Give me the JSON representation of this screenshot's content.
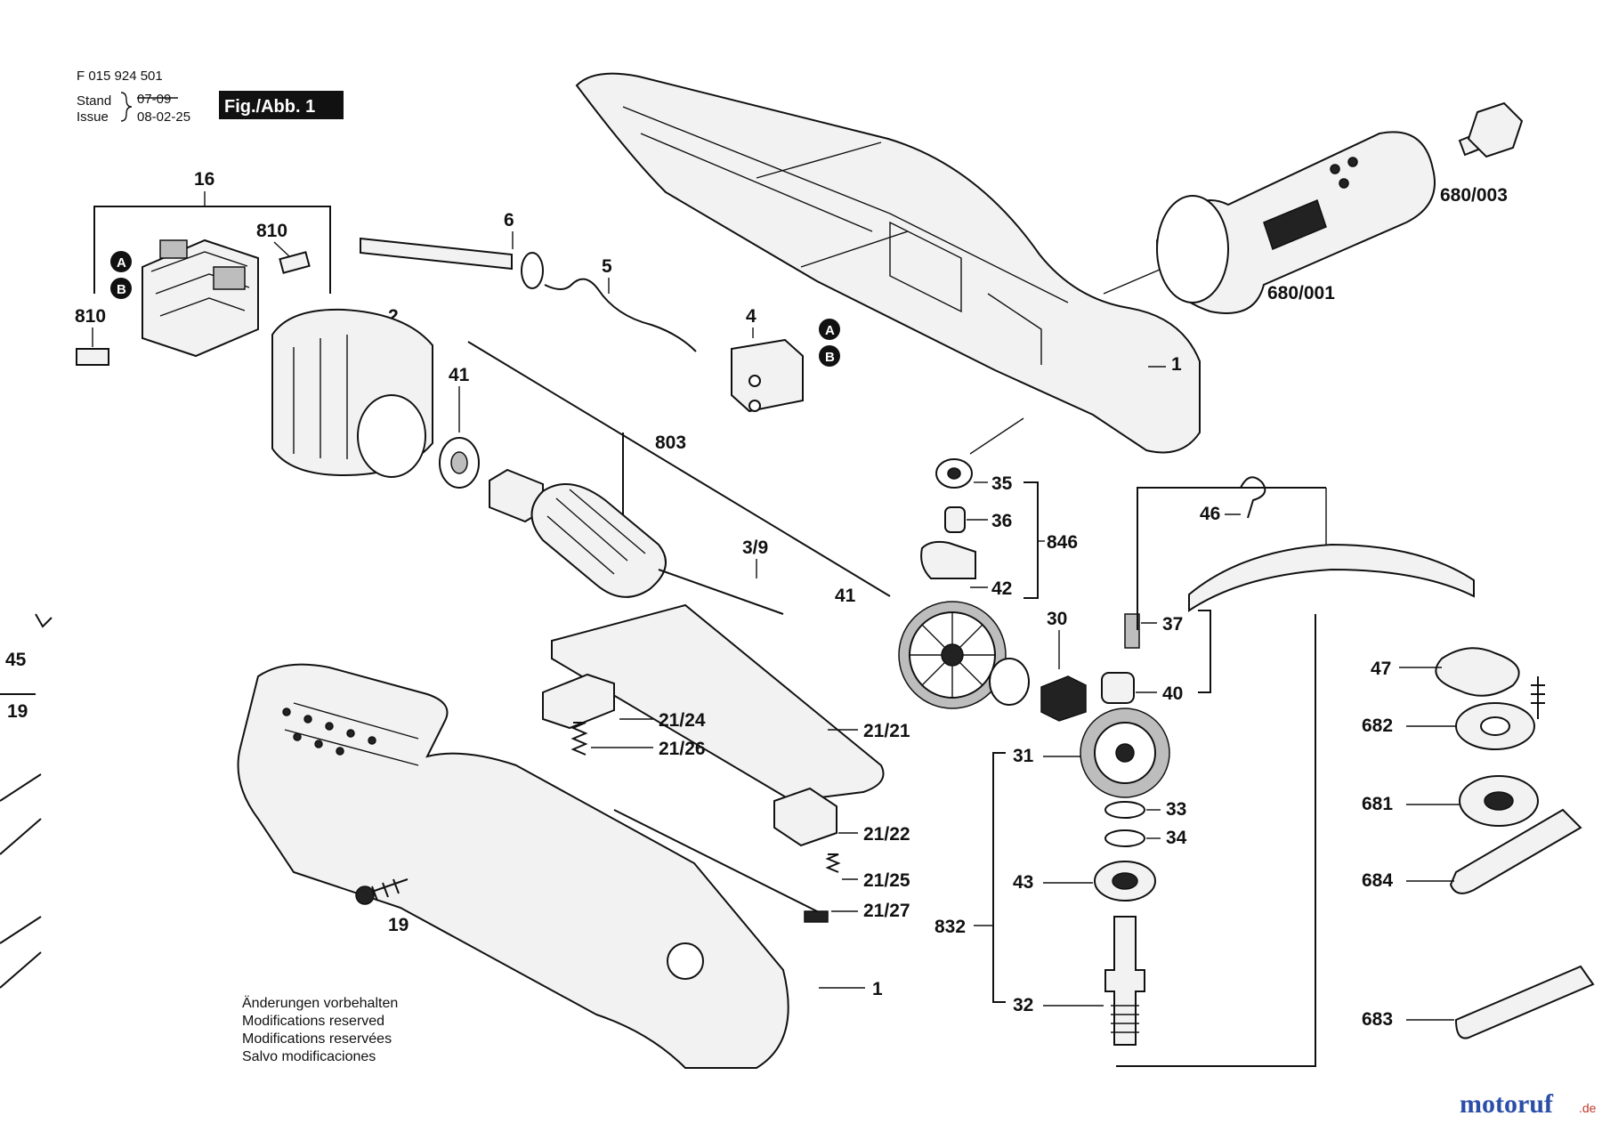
{
  "header": {
    "doc_number": "F 015 924 501",
    "stand_label": "Stand",
    "issue_label": "Issue",
    "stand_date": "07-09",
    "issue_date": "08-02-25",
    "figure_label": "Fig./Abb. 1"
  },
  "notes": [
    "Änderungen vorbehalten",
    "Modifications reserved",
    "Modifications reservées",
    "Salvo modificaciones"
  ],
  "connectors": {
    "a": "A",
    "b": "B"
  },
  "labels": {
    "p16": "16",
    "p810a": "810",
    "p810b": "810",
    "p6": "6",
    "p5": "5",
    "p4": "4",
    "p2": "2",
    "p41a": "41",
    "p803": "803",
    "p3_9": "3/9",
    "p41b": "41",
    "p1a": "1",
    "p680_003": "680/003",
    "p680_001": "680/001",
    "p35": "35",
    "p36": "36",
    "p846": "846",
    "p42": "42",
    "p30": "30",
    "p37": "37",
    "p40": "40",
    "p46": "46",
    "p47": "47",
    "p682": "682",
    "p681": "681",
    "p684": "684",
    "p683": "683",
    "p31": "31",
    "p33": "33",
    "p34": "34",
    "p43": "43",
    "p832": "832",
    "p32": "32",
    "p21_24": "21/24",
    "p21_26": "21/26",
    "p21_21": "21/21",
    "p21_22": "21/22",
    "p21_25": "21/25",
    "p21_27": "21/27",
    "p19a": "19",
    "p1b": "1",
    "p45": "45",
    "p19b": "19"
  },
  "watermark": {
    "brand": "motoruf",
    "tld": ".de"
  },
  "colors": {
    "ink": "#111111",
    "watermark_blue": "#2b4fa8",
    "watermark_red": "#c0392b"
  }
}
